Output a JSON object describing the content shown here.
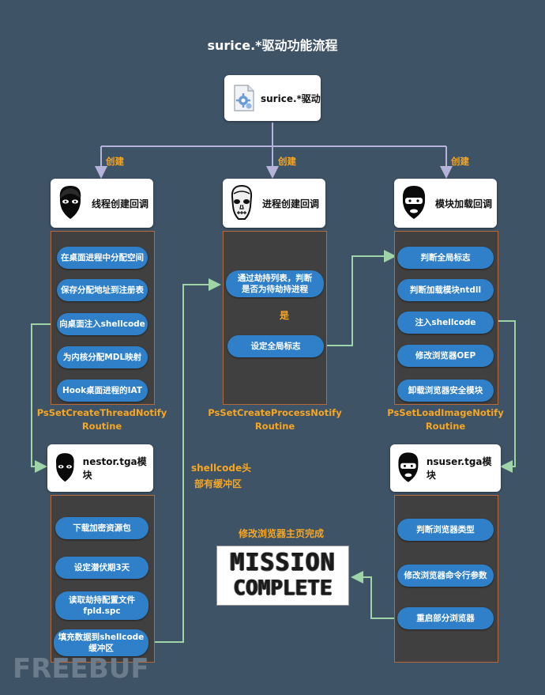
{
  "title": "surice.*驱动功能流程",
  "driver": {
    "label": "surice.*驱动"
  },
  "edge_labels": {
    "create_left": "创建",
    "create_mid": "创建",
    "create_right": "创建",
    "yes": "是"
  },
  "thread": {
    "label": "线程创建回调",
    "steps": [
      "在桌面进程中分配空间",
      "保存分配地址到注册表",
      "向桌面注入shellcode",
      "为内核分配MDL映射",
      "Hook桌面进程的IAT"
    ],
    "routine_1": "PsSetCreateThreadNotify",
    "routine_2": "Routine"
  },
  "process": {
    "label": "进程创建回调",
    "step_1a": "通过劫持列表，判断",
    "step_1b": "是否为待劫持进程",
    "step_2": "设定全局标志",
    "routine_1": "PsSetCreateProcessNotify",
    "routine_2": "Routine"
  },
  "module": {
    "label": "模块加载回调",
    "steps": [
      "判断全局标志",
      "判断加载模块ntdll",
      "注入shellcode",
      "修改浏览器OEP",
      "卸载浏览器安全模块"
    ],
    "routine_1": "PsSetLoadImageNotify",
    "routine_2": "Routine"
  },
  "nestor": {
    "label": "nestor.tga模块",
    "step_1": "下载加密资源包",
    "step_2": "设定潜伏期3天",
    "step_3a": "读取劫持配置文件",
    "step_3b": "fpld.spc",
    "step_4a": "填充数据到shellcode",
    "step_4b": "缓冲区"
  },
  "shellcode_note": {
    "line1": "shellcode头",
    "line2": "部有缓冲区"
  },
  "nsuser": {
    "label": "nsuser.tga模块",
    "steps": [
      "判断浏览器类型",
      "修改浏览器命令行参数",
      "重启部分浏览器"
    ]
  },
  "homepage_label": "修改浏览器主页完成",
  "mission": {
    "line1": "MISSION",
    "line2": "COMPLETE"
  },
  "watermark": "FREEBUF",
  "colors": {
    "background": "#3f5366",
    "pill": "#2f80c8",
    "accent": "#f5a623",
    "connector_green": "#9fd3a8",
    "connector_lavender": "#b5b3d9",
    "panel": "#404040"
  }
}
